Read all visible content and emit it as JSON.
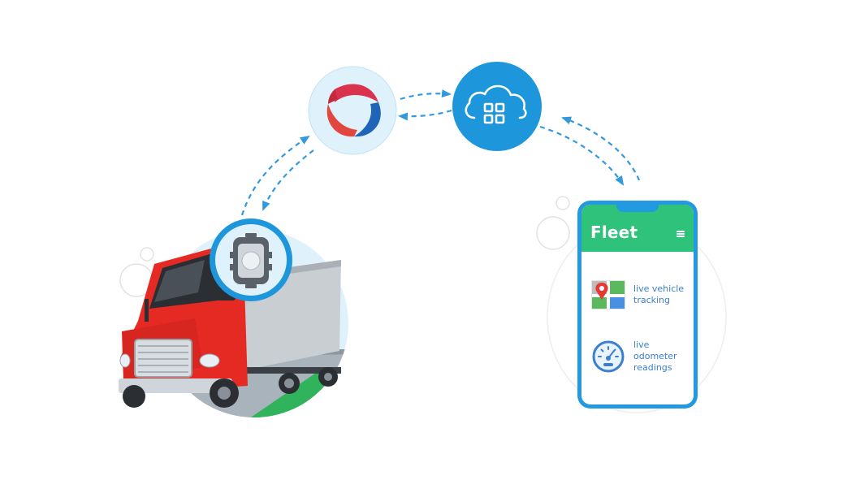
{
  "app": {
    "title": "Fleet",
    "menu_icon": "hamburger-menu-icon"
  },
  "features": [
    {
      "icon": "map-pin-icon",
      "label": "live vehicle tracking"
    },
    {
      "icon": "speedometer-icon",
      "label": "live odometer readings"
    }
  ],
  "nodes": {
    "platform_logo": "triangle-swirl-logo-icon",
    "cloud": "cloud-grid-icon",
    "tracker": "gps-tracker-device-icon",
    "vehicle": "red-truck"
  },
  "colors": {
    "phone_frame": "#2299e0",
    "app_header": "#2ec27a",
    "cloud_circle": "#1e96dc",
    "light_circle": "#dff1fb",
    "arrow": "#3399dd",
    "truck": "#e52a24",
    "road": "#30b35a"
  }
}
